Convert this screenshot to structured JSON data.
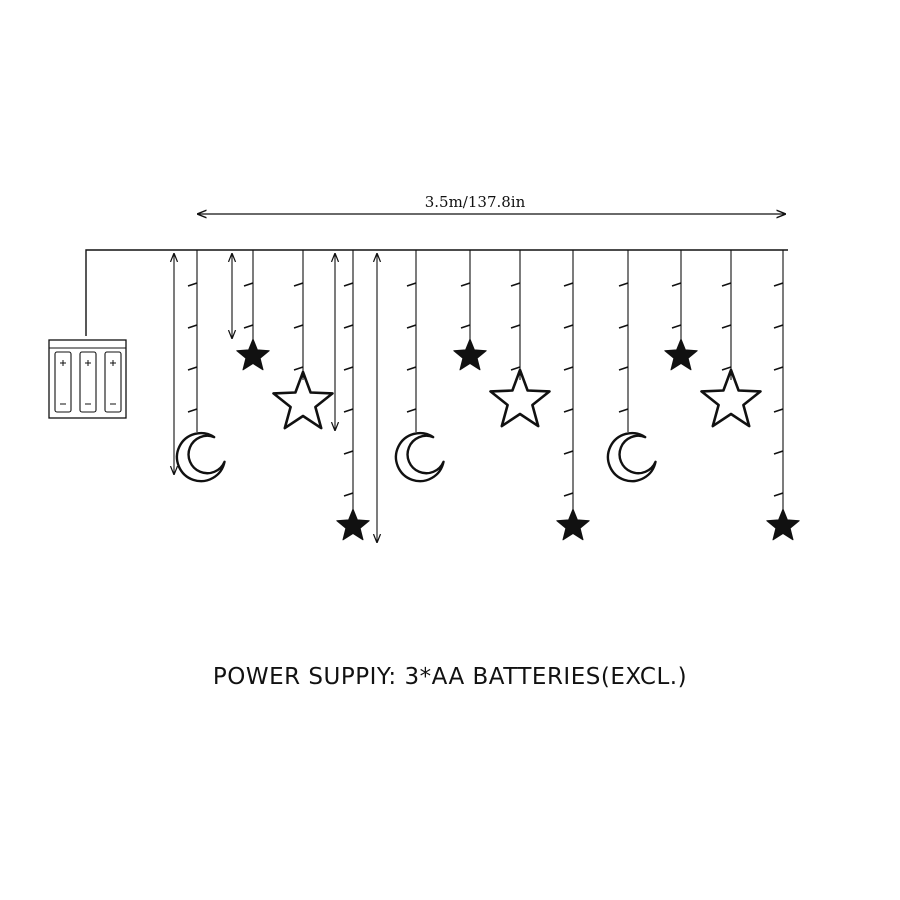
{
  "dimension_label": "3.5m/137.8in",
  "caption": "POWER SUPPIY: 3*AA BATTERIES(EXCL.)",
  "colors": {
    "line": "#111111",
    "background": "#ffffff"
  },
  "strands": [
    {
      "charm": "moon-icon",
      "kind": "solid"
    },
    {
      "charm": "none"
    },
    {
      "charm": "star-icon",
      "kind": "solid"
    },
    {
      "charm": "star-icon",
      "kind": "outline"
    },
    {
      "charm": "star-icon",
      "kind": "solid"
    },
    {
      "charm": "moon-icon",
      "kind": "solid"
    },
    {
      "charm": "star-icon",
      "kind": "solid"
    },
    {
      "charm": "star-icon",
      "kind": "outline"
    },
    {
      "charm": "star-icon",
      "kind": "solid"
    },
    {
      "charm": "moon-icon",
      "kind": "solid"
    },
    {
      "charm": "star-icon",
      "kind": "solid"
    },
    {
      "charm": "star-icon",
      "kind": "outline"
    },
    {
      "charm": "star-icon",
      "kind": "solid"
    }
  ]
}
